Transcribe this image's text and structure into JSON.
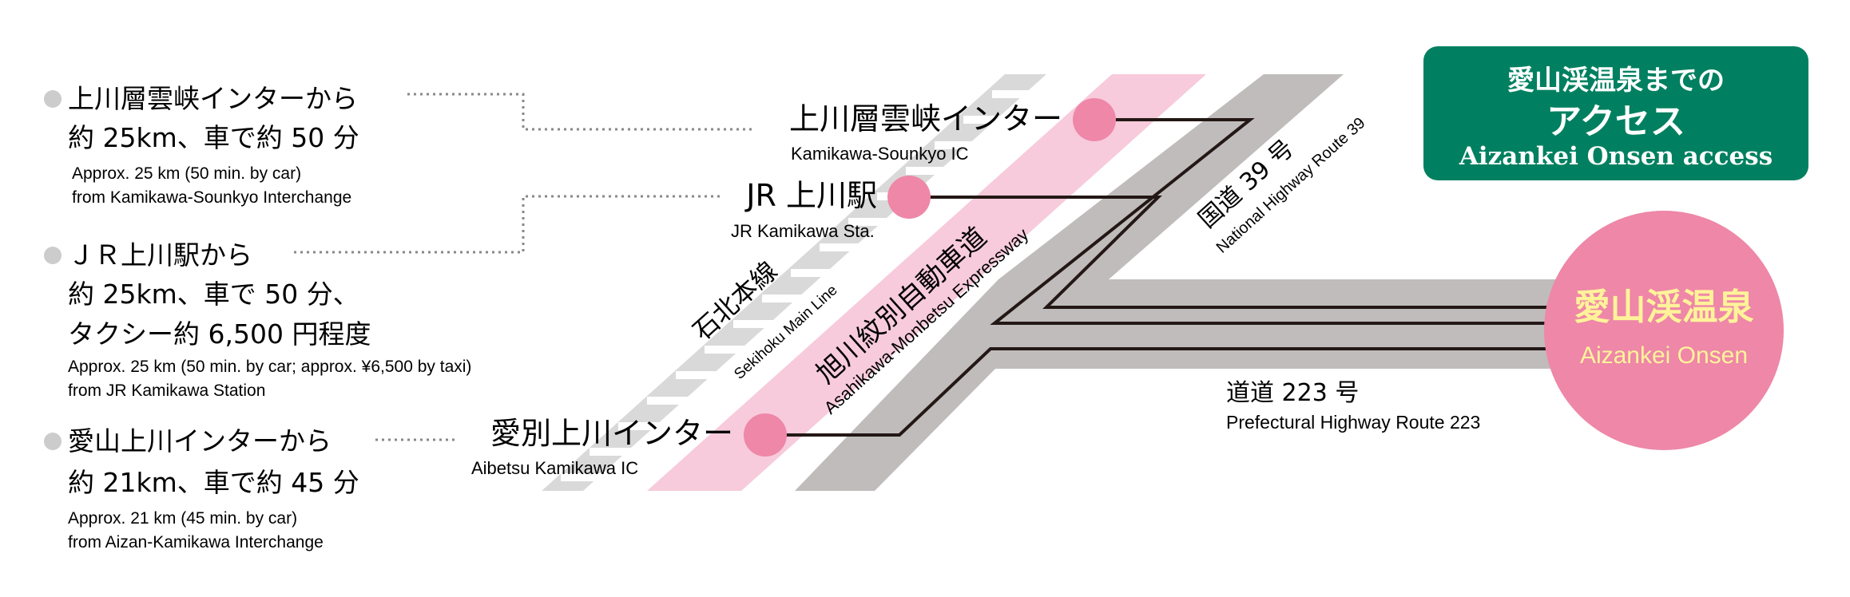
{
  "title_box": {
    "line1": "愛山渓温泉までの",
    "line2": "アクセス",
    "line3": "Aizankei Onsen access",
    "color": "#008060"
  },
  "routes": [
    {
      "label": "上川層雲峡インターから",
      "detail": "約 25km、車で約 50 分",
      "en1": "Approx. 25 km (50 min. by car)",
      "en2": "from Kamikawa-Sounkyo Interchange"
    },
    {
      "label": "ＪＲ上川駅から",
      "detail1": "約 25km、車で 50 分、",
      "detail2": "タクシー約 6,500 円程度",
      "en1": "Approx. 25 km (50 min. by car; approx. ¥6,500 by taxi)",
      "en2": "from JR Kamikawa Station"
    },
    {
      "label": "愛山上川インターから",
      "detail": "約 21km、車で約 45 分",
      "en1": "Approx. 21 km (45 min. by car)",
      "en2": "from Aizan-Kamikawa Interchange"
    }
  ],
  "points": {
    "sounkyo_ic": {
      "name": "上川層雲峡インター",
      "en": "Kamikawa-Sounkyo IC"
    },
    "jr_station": {
      "name": "JR 上川駅",
      "en": "JR Kamikawa Sta."
    },
    "aibetsu_ic": {
      "name": "愛別上川インター",
      "en": "Aibetsu Kamikawa IC"
    }
  },
  "lines": {
    "railway": {
      "name": "石北本線",
      "en": "Sekihoku Main Line"
    },
    "expressway": {
      "name": "旭川紋別自動車道",
      "en": "Asahikawa-Monbetsu Expressway"
    },
    "national": {
      "name": "国道 39 号",
      "en": "National Highway Route 39"
    },
    "prefectural": {
      "name": "道道 223 号",
      "en": "Prefectural Highway Route 223"
    }
  },
  "destination": {
    "name": "愛山渓温泉",
    "en": "Aizankei Onsen",
    "color": "#ee87a8",
    "text_color": "#fff39a"
  },
  "colors": {
    "pink_marker": "#ee87a8",
    "expressway_band": "#f7cbdb",
    "gray_road": "#c0bcbc",
    "rail_gray": "#d9d9d9",
    "bullet": "#cccccc"
  }
}
